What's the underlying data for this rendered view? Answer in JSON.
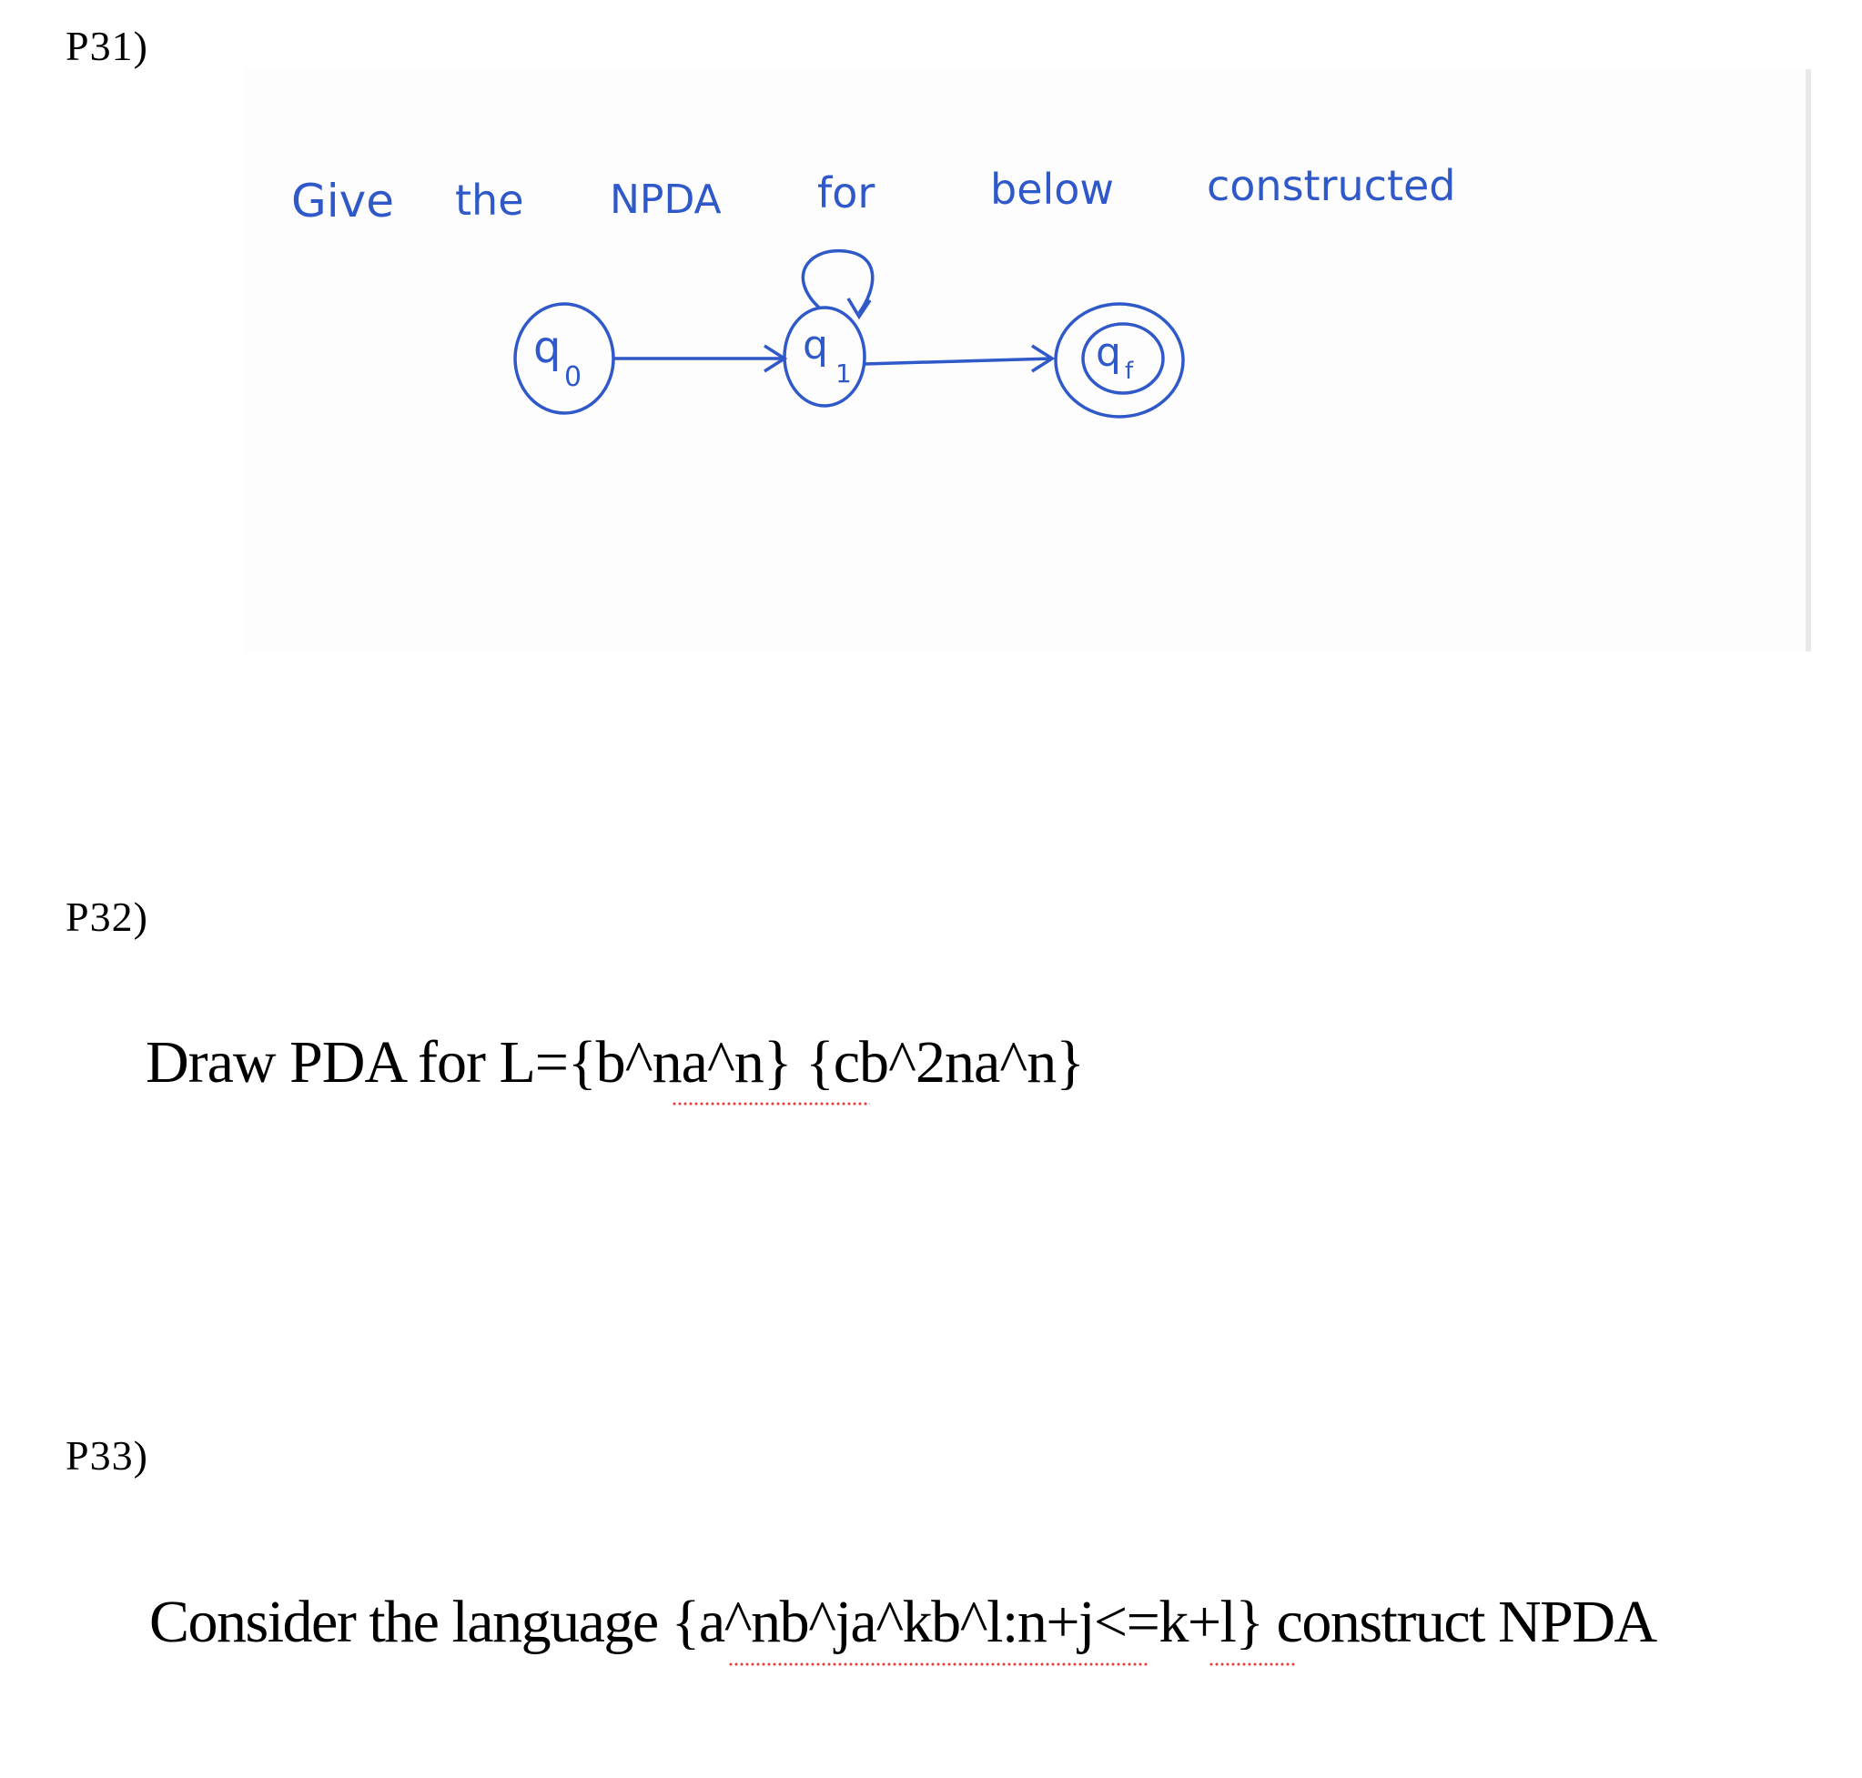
{
  "problems": [
    {
      "label": "P31)",
      "handwritten_prompt": "Give the NPDA for below constructed",
      "handwritten_words": [
        "Give",
        "the",
        "NPDA",
        "for",
        "below",
        "constructed"
      ],
      "diagram": {
        "states": [
          {
            "name": "q",
            "subscript": "0",
            "final": false,
            "self_loop": false
          },
          {
            "name": "q",
            "subscript": "1",
            "final": false,
            "self_loop": true
          },
          {
            "name": "q",
            "subscript": "f",
            "final": true,
            "self_loop": false
          }
        ],
        "transitions": [
          {
            "from": "q0",
            "to": "q1"
          },
          {
            "from": "q1",
            "to": "q1"
          },
          {
            "from": "q1",
            "to": "qf"
          }
        ]
      },
      "ink_color": "#2f58c9"
    },
    {
      "label": "P32)",
      "text": "Draw PDA for L={b^na^n} {cb^2na^n}"
    },
    {
      "label": "P33)",
      "text": "Consider the language {a^nb^ja^kb^l:n+j<=k+l} construct NPDA"
    }
  ]
}
